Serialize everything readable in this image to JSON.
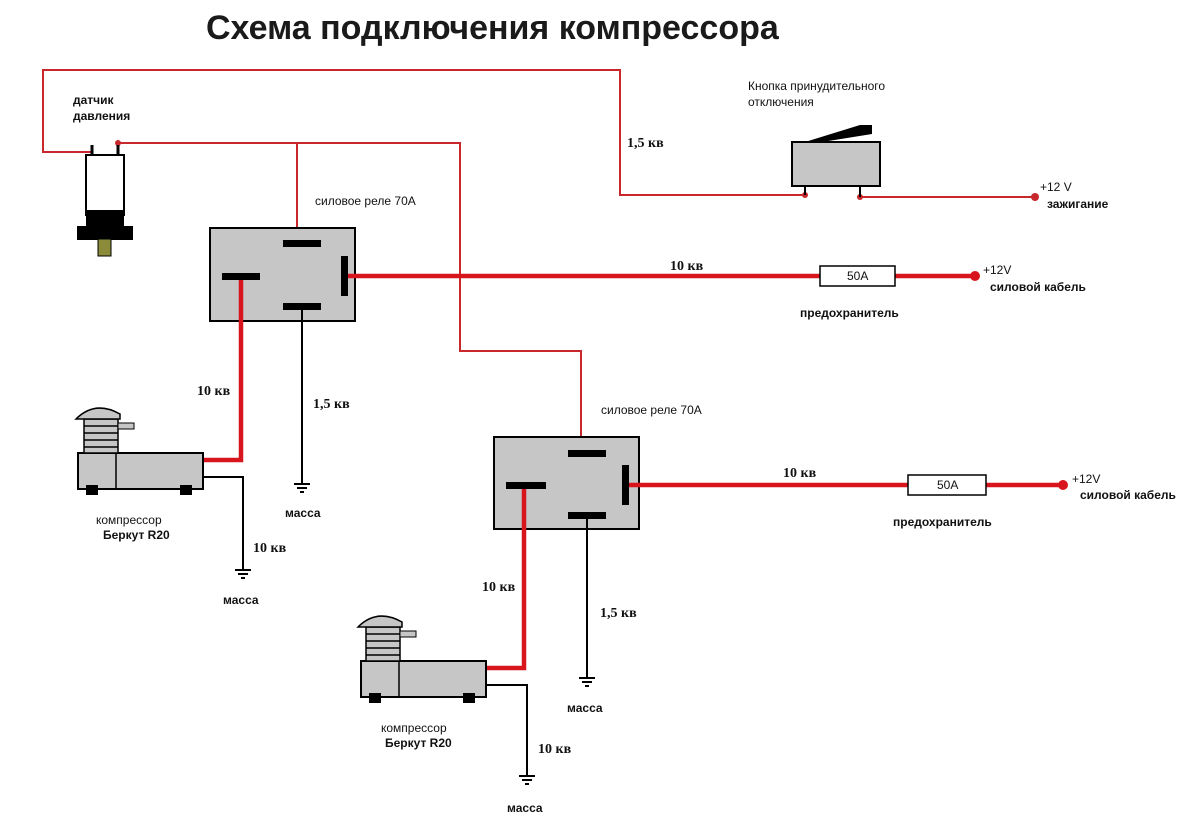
{
  "title": "Схема  подключения компрессора",
  "labels": {
    "sensor": [
      "датчик",
      "давления"
    ],
    "button": [
      "Кнопка принудительного",
      "отключения"
    ],
    "plus12_ign": "+12 V",
    "ignition": "зажигание",
    "wire_15_top": "1,5 кв",
    "relay1": "силовое реле 70А",
    "relay2": "силовое реле 70А",
    "wire_10_r1": "10 кв",
    "wire_10_r2": "10 кв",
    "fuse1": "50А",
    "fuse2": "50А",
    "plus12_1": "+12V",
    "power_cable_1": "силовой кабель",
    "plus12_2": "+12V",
    "power_cable_2": "силовой кабель",
    "fuse_label_1": "предохранитель",
    "fuse_label_2": "предохранитель",
    "wire_10_comp1": "10 кв",
    "wire_15_r1_gnd": "1,5 кв",
    "ground_r1": "масса",
    "compressor1": [
      "компрессор",
      "Беркут R20"
    ],
    "wire_10_gnd1": "10 кв",
    "ground_c1": "масса",
    "wire_10_comp2": "10 кв",
    "wire_15_r2_gnd": "1,5 кв",
    "ground_r2": "масса",
    "compressor2": [
      "компрессор",
      "Беркут R20"
    ],
    "wire_10_gnd2": "10 кв",
    "ground_c2": "масса"
  },
  "colors": {
    "wire_power": "#d8151c",
    "wire_thin": "#c8282c",
    "wire_ground": "#000000",
    "box_fill": "#c6c6c6",
    "terminal": "#000000"
  }
}
